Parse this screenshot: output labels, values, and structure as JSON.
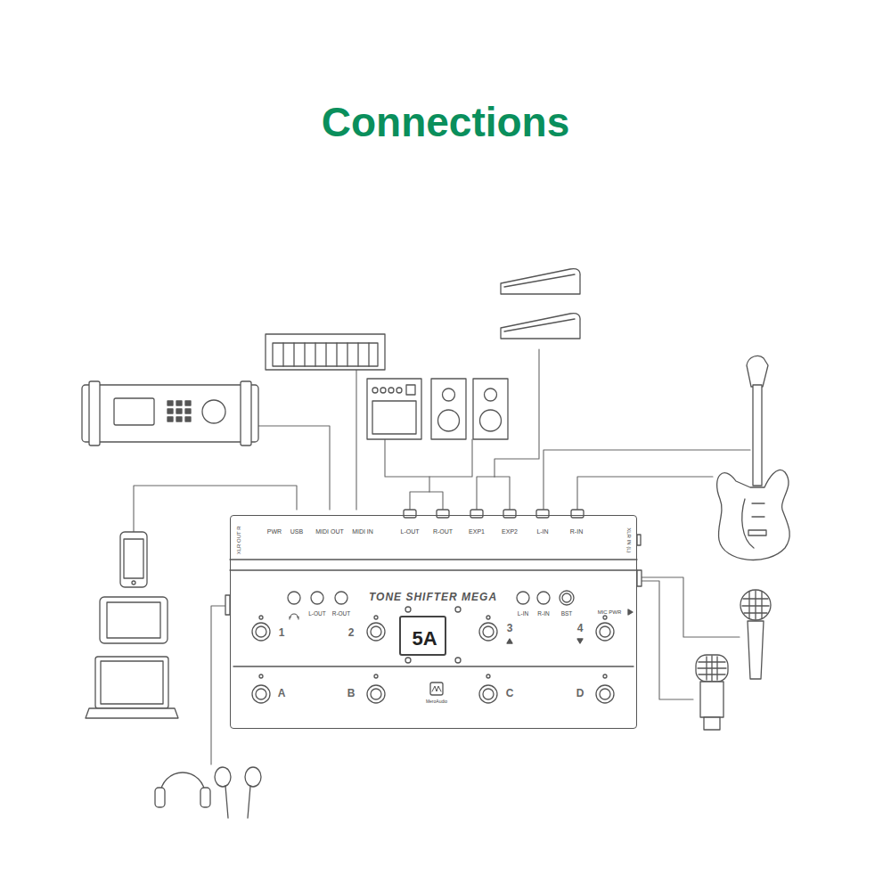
{
  "diagram": {
    "title": "Connections",
    "nodes": [
      {
        "text": [
          "TONE SHIFTER MEGA"
        ]
      },
      {
        "text": [
          "5A"
        ],
        "in": 0
      }
    ],
    "labels": [
      "PWR",
      "USB",
      "MIDI OUT",
      "MIDI IN",
      "L-OUT",
      "R-OUT",
      "EXP1",
      "EXP2",
      "L-IN",
      "R-IN",
      "XLR OUT R",
      "XLR IN (L)",
      "L-OUT",
      "R-OUT",
      "L-IN",
      "R-IN",
      "BST",
      "MIC PWR",
      "1",
      "2",
      "3",
      "4",
      "A",
      "B",
      "C",
      "D",
      "MeroAudio"
    ]
  }
}
